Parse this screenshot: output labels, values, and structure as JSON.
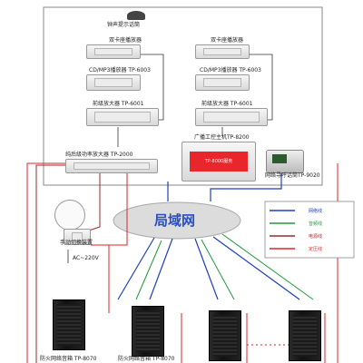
{
  "labels": {
    "mic_top": "钟声提示话筒",
    "tuner_left": "双卡座播放器",
    "cdmp3_left": "CD/MP3播放器  TP-6003",
    "preamp_left": "前级放大器  TP-6001",
    "mixer_amp_left": "纯后级功率放大器  TP-2000",
    "tuner_right": "双卡座播放器",
    "cdmp3_right": "CD/MP3播放器  TP-6003",
    "preamp_right": "前级放大器  TP-6001",
    "host": "广播工控主机TP-8200",
    "host_lcd": "TP-8000服务",
    "paging_mic": "网络寻呼话筒TP-9020",
    "lan": "局域网",
    "manual_selector": "手动切换装置",
    "ac": "AC~220V",
    "speakers": [
      "防火网络音箱  TP-8070",
      "防火网络音箱  TP-8070",
      "",
      ""
    ]
  },
  "legend": {
    "items": [
      {
        "label": "网络线",
        "color": "#1f3fbf"
      },
      {
        "label": "音频线",
        "color": "#1e9a3a"
      },
      {
        "label": "电源线",
        "color": "#9a2a2a"
      },
      {
        "label": "定压线",
        "color": "#d9262b"
      }
    ]
  },
  "colors": {
    "network": "#1f3fbf",
    "audio": "#1e9a3a",
    "power": "#333333",
    "constant": "#d9262b"
  }
}
